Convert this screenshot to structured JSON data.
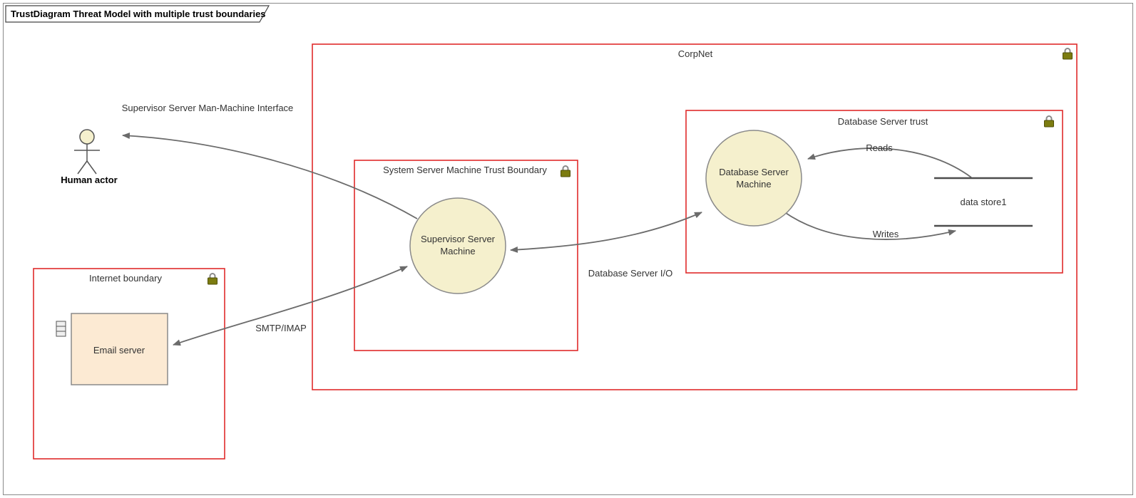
{
  "diagram": {
    "title": "TrustDiagram Threat Model with multiple trust boundaries",
    "boundaries": {
      "corpnet": {
        "label": "CorpNet"
      },
      "database_trust": {
        "label": "Database Server trust"
      },
      "system_server": {
        "label": "System Server Machine Trust Boundary"
      },
      "internet": {
        "label": "Internet boundary"
      }
    },
    "nodes": {
      "human_actor": {
        "label": "Human actor"
      },
      "supervisor_server": {
        "line1": "Supervisor Server",
        "line2": "Machine"
      },
      "database_server": {
        "line1": "Database Server",
        "line2": "Machine"
      },
      "email_server": {
        "label": "Email server"
      },
      "data_store": {
        "label": "data store1"
      }
    },
    "flows": {
      "mmi": {
        "label": "Supervisor Server Man-Machine Interface"
      },
      "smtp": {
        "label": "SMTP/IMAP"
      },
      "db_io": {
        "label": "Database Server I/O"
      },
      "reads": {
        "label": "Reads"
      },
      "writes": {
        "label": "Writes"
      }
    },
    "colors": {
      "boundary_stroke": "#e02b2b",
      "node_fill": "#f5f0cd",
      "node_stroke": "#8a8a8a",
      "email_fill": "#fcead3",
      "lock_body": "#7c7c10",
      "arrow": "#6b6b6b"
    }
  }
}
